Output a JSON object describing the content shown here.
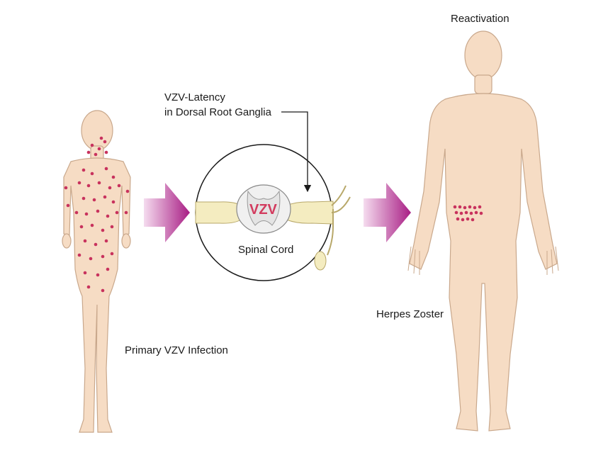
{
  "labels": {
    "latency_line1": "VZV-Latency",
    "latency_line2": "in Dorsal Root Ganglia",
    "vzv": "VZV",
    "spinal_cord": "Spinal Cord",
    "primary": "Primary VZV Infection",
    "reactivation": "Reactivation",
    "herpes_zoster": "Herpes Zoster"
  },
  "colors": {
    "skin": "#f6dcc4",
    "skin_outline": "#c9a88c",
    "rash": "#c8325d",
    "arrow_light": "#f3d6ec",
    "arrow_dark": "#a81d84",
    "nerve": "#f4ecc0",
    "nerve_outline": "#b8a86a"
  }
}
